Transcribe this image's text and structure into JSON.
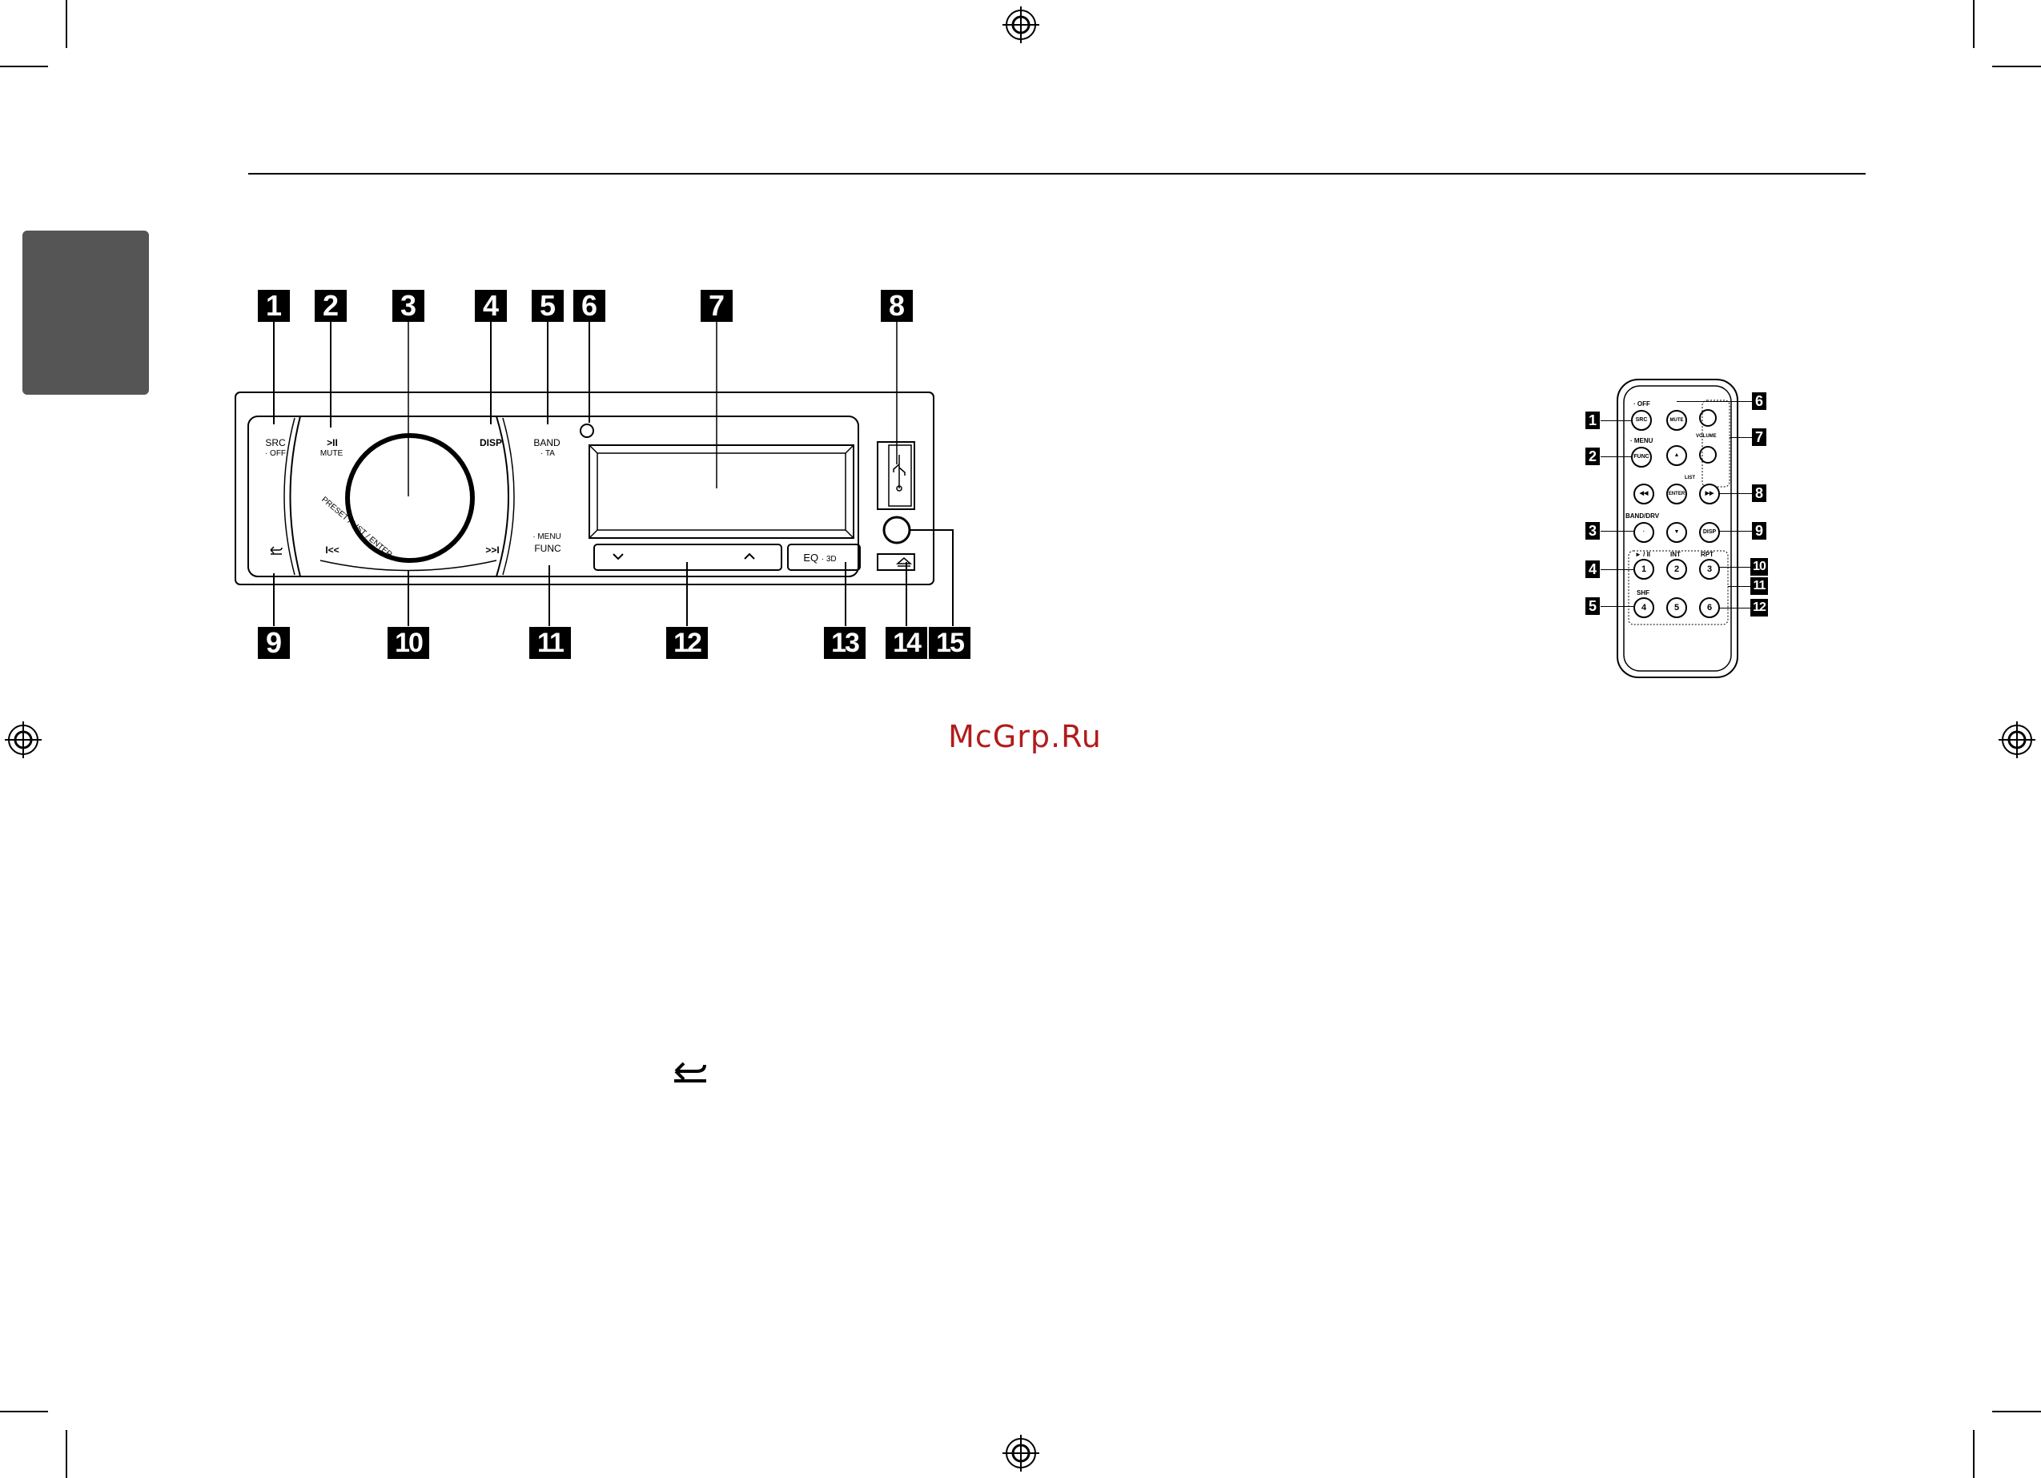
{
  "header": {
    "gray_tab": ""
  },
  "head_unit": {
    "callouts_top": [
      "1",
      "2",
      "3",
      "4",
      "5",
      "6",
      "7",
      "8"
    ],
    "callouts_bottom": [
      "9",
      "10",
      "11",
      "12",
      "13",
      "14",
      "15"
    ],
    "labels": {
      "src": "SRC",
      "off": "· OFF",
      "play_pause": ">II",
      "mute": "MUTE",
      "disp": "DISP",
      "band": "BAND",
      "ta": "· TA",
      "menu": "· MENU",
      "func": "FUNC",
      "preset_list_enter": "PRESET / LIST / ENTER",
      "prev": "I<<",
      "next": ">>I",
      "eq": "EQ",
      "eq_3d": "· 3D"
    }
  },
  "remote": {
    "callouts_left": [
      "1",
      "2",
      "3",
      "4",
      "5"
    ],
    "callouts_right": [
      "6",
      "7",
      "8",
      "9",
      "10",
      "11",
      "12"
    ],
    "labels": {
      "off": "· OFF",
      "src": "SRC",
      "mute": "MUTE",
      "menu": "· MENU",
      "func": "FUNC",
      "volume": "VOLUME",
      "list": "LIST",
      "enter": "ENTER",
      "band_drv": "BAND/DRV",
      "disp": "DISP",
      "play_pause": "► / II",
      "int": "INT",
      "rpt": "RPT",
      "shf": "SHF",
      "num1": "1",
      "num2": "2",
      "num3": "3",
      "num4": "4",
      "num5": "5",
      "num6": "6"
    }
  },
  "watermark": "McGrp.Ru",
  "return_symbol": "⮌",
  "icons": [
    "registration-mark-icon",
    "usb-icon",
    "eject-icon",
    "return-icon"
  ]
}
